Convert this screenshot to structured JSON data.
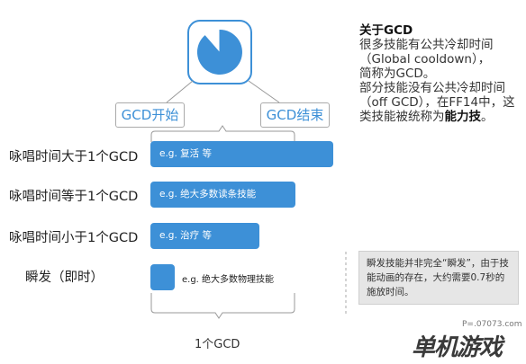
{
  "icon": {
    "name": "pie-clock-icon",
    "color": "#3d90d7",
    "filled_fraction": 0.85
  },
  "tags": {
    "start": "GCD开始",
    "end": "GCD结束"
  },
  "rows": [
    {
      "label": "咏唱时间大于1个GCD",
      "bar_text": "e.g. 复活 等"
    },
    {
      "label": "咏唱时间等于1个GCD",
      "bar_text": "e.g. 绝大多数读条技能"
    },
    {
      "label": "咏唱时间小于1个GCD",
      "bar_text": "e.g. 治疗 等"
    },
    {
      "label": "瞬发（即时）",
      "bar_text": "e.g. 绝大多数物理技能"
    }
  ],
  "bottom_label": "1个GCD",
  "info": {
    "title": "关于GCD",
    "line1": "很多技能有公共冷却时间",
    "line2": "（Global cooldown），",
    "line3": "简称为GCD。",
    "line4": "部分技能没有公共冷却时间（off GCD），在FF14中，这类技能被统称为",
    "bold": "能力技",
    "end": "。"
  },
  "note": "瞬发技能并非完全“瞬发”，由于技能动画的存在，大约需要0.7秒的施放时间。",
  "watermark": {
    "url": "P=.07073.com",
    "logo": "单机游戏"
  },
  "colors": {
    "accent": "#3d90d7",
    "note_bg": "#e6e6e6"
  }
}
